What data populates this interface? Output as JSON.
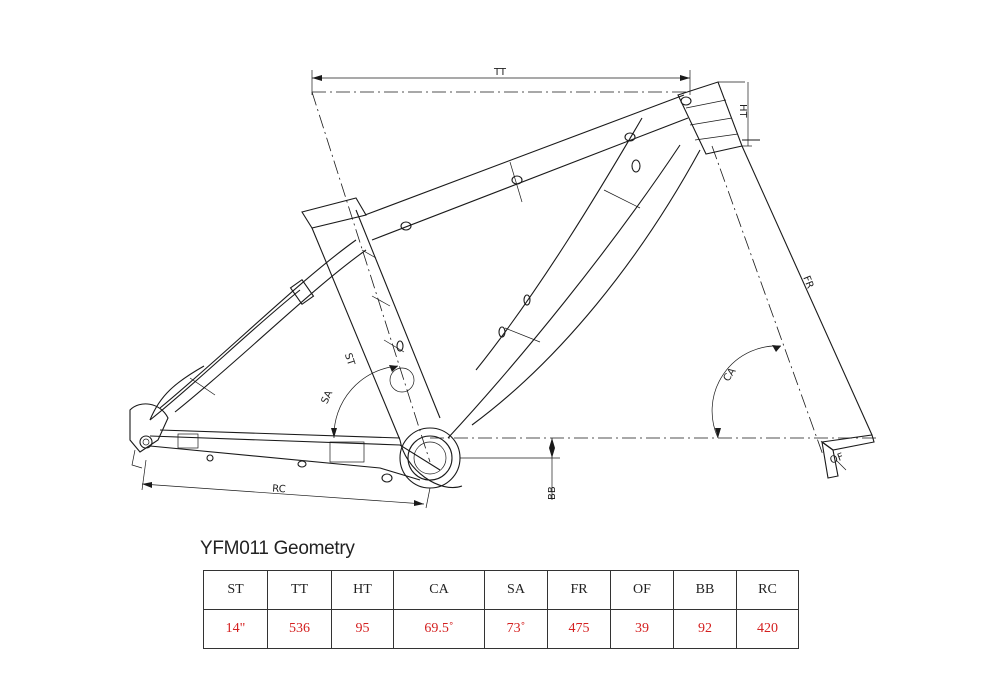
{
  "diagram": {
    "labels": {
      "tt": "TT",
      "ht": "HT",
      "fr": "FR",
      "ca": "CA",
      "st": "ST",
      "sa": "SA",
      "of": "OF",
      "bb": "BB",
      "rc": "RC"
    }
  },
  "geometry": {
    "title": "YFM011 Geometry",
    "headers": [
      "ST",
      "TT",
      "HT",
      "CA",
      "SA",
      "FR",
      "OF",
      "BB",
      "RC"
    ],
    "values": [
      "14\"",
      "536",
      "95",
      "69.5˚",
      "73˚",
      "475",
      "39",
      "92",
      "420"
    ]
  }
}
